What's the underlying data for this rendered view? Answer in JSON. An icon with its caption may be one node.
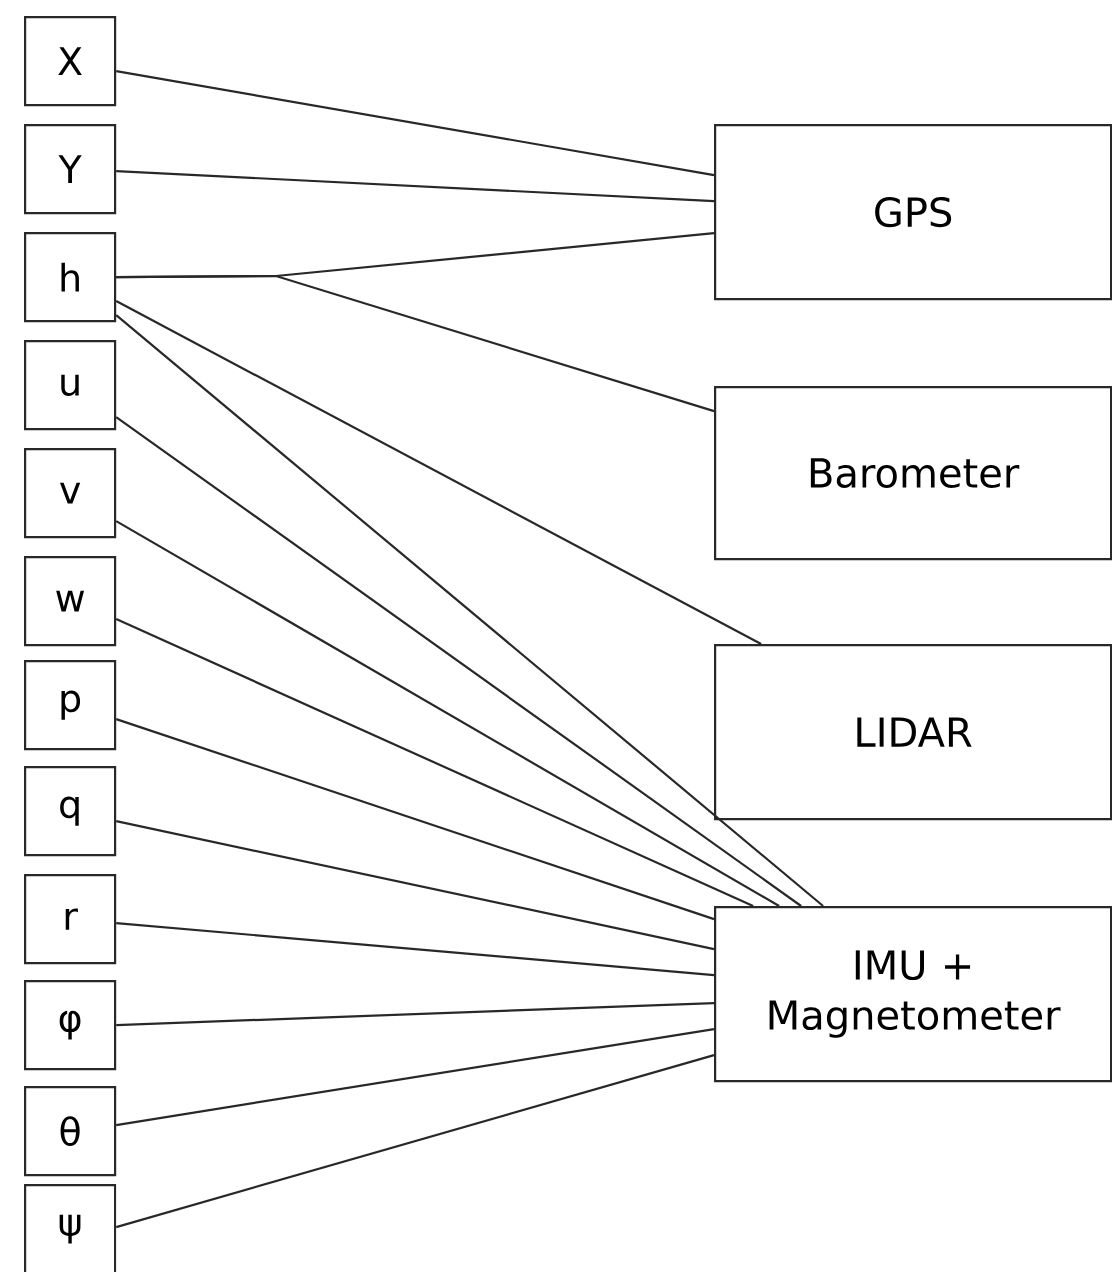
{
  "diagram": {
    "nodes": [
      {
        "text": [
          "X"
        ]
      },
      {
        "text": [
          "Y"
        ]
      },
      {
        "text": [
          "h"
        ]
      },
      {
        "text": [
          "u"
        ]
      },
      {
        "text": [
          "v"
        ]
      },
      {
        "text": [
          "w"
        ]
      },
      {
        "text": [
          "p"
        ]
      },
      {
        "text": [
          "q"
        ]
      },
      {
        "text": [
          "r"
        ]
      },
      {
        "text": [
          "φ"
        ]
      },
      {
        "text": [
          "θ"
        ]
      },
      {
        "text": [
          "ψ"
        ]
      },
      {
        "text": [
          "GPS"
        ]
      },
      {
        "text": [
          "Barometer"
        ]
      },
      {
        "text": [
          "LIDAR"
        ]
      },
      {
        "text": [
          "IMU + Magnetometer"
        ]
      }
    ],
    "edges": [
      {
        "from": 0,
        "to": 12,
        "arrow": "none"
      },
      {
        "from": 1,
        "to": 12,
        "arrow": "none"
      },
      {
        "from": 2,
        "to": 12,
        "arrow": "none"
      },
      {
        "from": 2,
        "to": 13,
        "arrow": "none"
      },
      {
        "from": 2,
        "to": 14,
        "arrow": "none"
      },
      {
        "from": 2,
        "to": 15,
        "arrow": "none"
      },
      {
        "from": 3,
        "to": 15,
        "arrow": "none"
      },
      {
        "from": 4,
        "to": 15,
        "arrow": "none"
      },
      {
        "from": 5,
        "to": 15,
        "arrow": "none"
      },
      {
        "from": 6,
        "to": 15,
        "arrow": "none"
      },
      {
        "from": 7,
        "to": 15,
        "arrow": "none"
      },
      {
        "from": 8,
        "to": 15,
        "arrow": "none"
      },
      {
        "from": 9,
        "to": 15,
        "arrow": "none"
      },
      {
        "from": 10,
        "to": 15,
        "arrow": "none"
      },
      {
        "from": 11,
        "to": 15,
        "arrow": "none"
      }
    ]
  }
}
